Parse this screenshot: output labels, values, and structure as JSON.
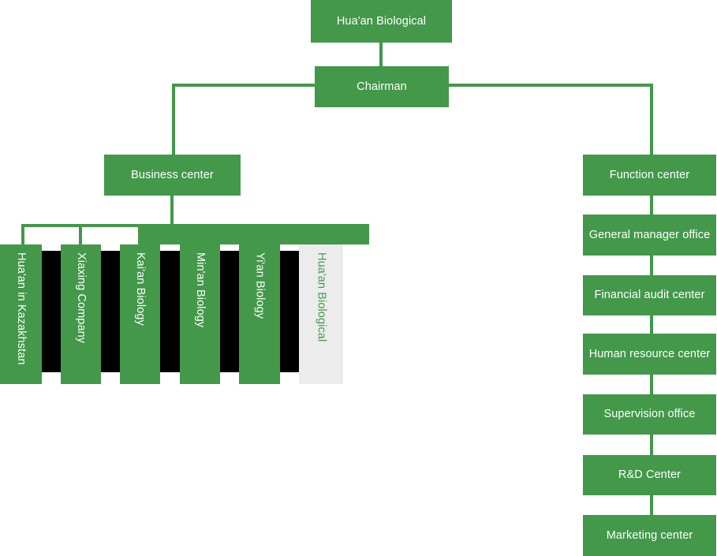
{
  "diagram": {
    "title_node": {
      "label": "Hua'an Biological"
    },
    "chairman_node": {
      "label": "Chairman"
    },
    "colors": {
      "primary_green": "#43984a",
      "ghost_gray": "#ececec",
      "shadow_black": "#000000",
      "text_light": "#ffffff"
    },
    "branches": {
      "business": {
        "label": "Business center"
      },
      "function": {
        "label": "Function center"
      }
    },
    "subsidiaries": [
      {
        "label": "Hua'an in Kazakhstan",
        "style": "green"
      },
      {
        "label": "Xiaxing Company",
        "style": "green"
      },
      {
        "label": "Kai'an Biology",
        "style": "green"
      },
      {
        "label": "Min'an Biology",
        "style": "green"
      },
      {
        "label": "Yi'an Biology",
        "style": "green"
      },
      {
        "label": "Hua'an Biological",
        "style": "ghost"
      }
    ],
    "departments": [
      {
        "label": "General manager office"
      },
      {
        "label": "Financial audit center"
      },
      {
        "label": "Human resource center"
      },
      {
        "label": "Supervision office"
      },
      {
        "label": "R&D Center"
      },
      {
        "label": "Marketing center"
      }
    ]
  }
}
